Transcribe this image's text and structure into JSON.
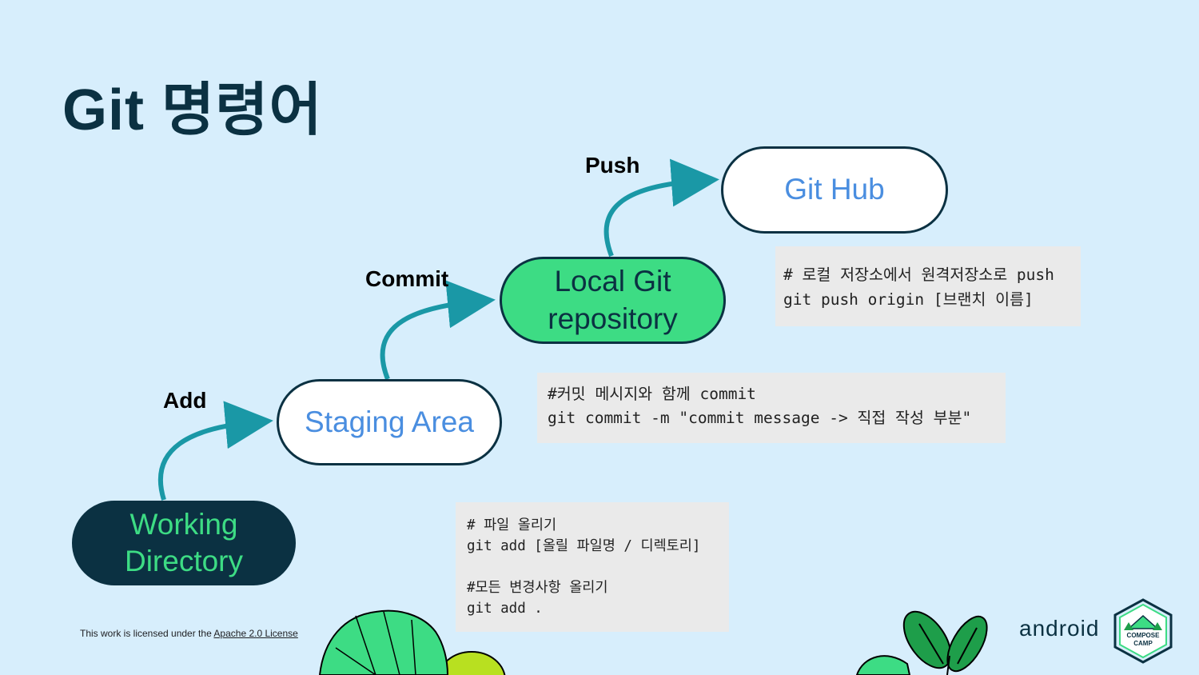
{
  "title": "Git 명령어",
  "nodes": {
    "working_directory": [
      "Working",
      "Directory"
    ],
    "staging_area": "Staging Area",
    "local_git": [
      "Local Git",
      "repository"
    ],
    "git_hub": "Git Hub"
  },
  "steps": {
    "add": "Add",
    "commit": "Commit",
    "push": "Push"
  },
  "code_blocks": {
    "push": [
      "# 로컬 저장소에서 원격저장소로 push",
      "git push origin [브랜치 이름]"
    ],
    "commit": [
      "#커밋 메시지와 함께 commit",
      "git commit -m \"commit message -> 직접 작성 부분\""
    ],
    "add": [
      "# 파일 올리기",
      "git add [올릴 파일명 / 디렉토리]",
      "",
      "#모든 변경사항 올리기",
      "git add ."
    ]
  },
  "license": {
    "prefix": "This work is licensed under the ",
    "link": "Apache 2.0 License"
  },
  "brand": {
    "android": "android",
    "badge_line1": "COMPOSE",
    "badge_line2": "CAMP"
  },
  "colors": {
    "background": "#d7eefc",
    "dark": "#0b3142",
    "green": "#3ddc84",
    "blue_text": "#4a8ee0",
    "arrow": "#1a98a6"
  }
}
